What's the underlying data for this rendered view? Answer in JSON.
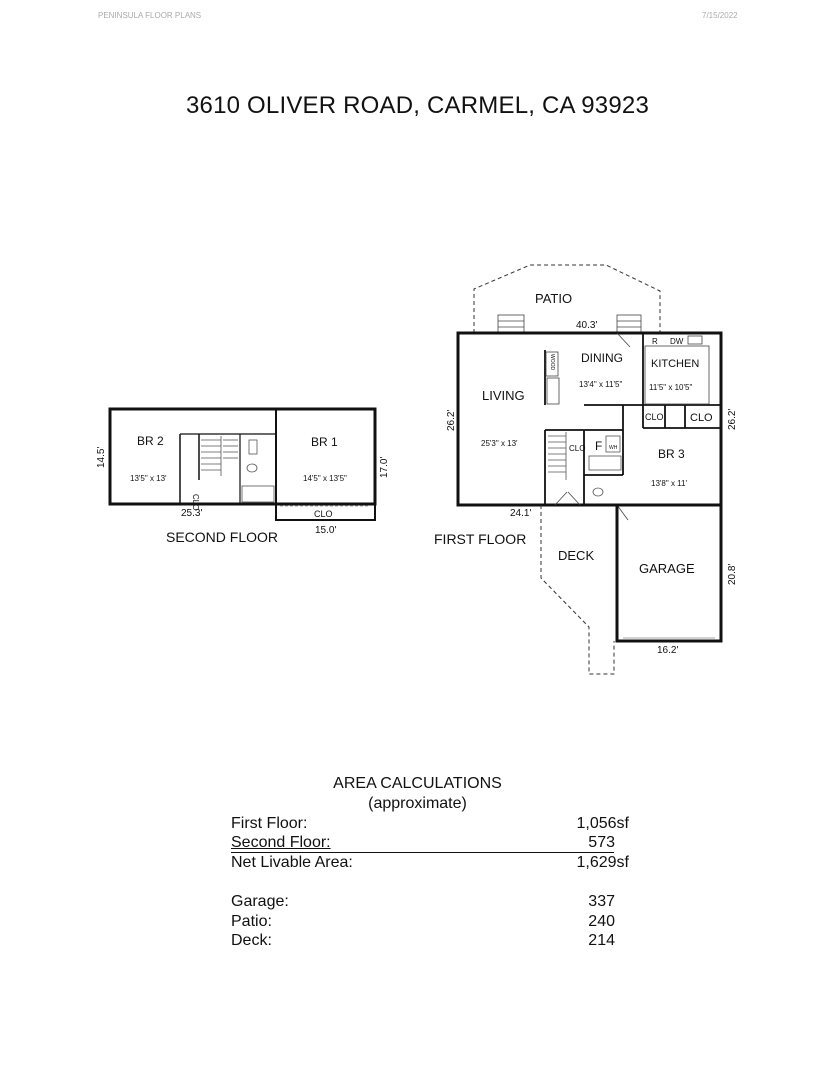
{
  "header": {
    "company": "PENINSULA FLOOR PLANS",
    "date": "7/15/2022"
  },
  "title": "3610 OLIVER ROAD, CARMEL, CA  93923",
  "second_floor": {
    "label": "SECOND FLOOR",
    "rooms": [
      {
        "name": "BR 2",
        "size": "13'5\" x 13'"
      },
      {
        "name": "BR 1",
        "size": "14'5\" x 13'5\""
      }
    ],
    "closets": [
      "CLO",
      "CLO"
    ],
    "dims": {
      "left": "14.5'",
      "right": "17.0'",
      "bottom_left": "25.3'",
      "bottom_right": "15.0'"
    }
  },
  "first_floor": {
    "label": "FIRST FLOOR",
    "rooms": [
      {
        "name": "LIVING",
        "size": "25'3\" x 13'"
      },
      {
        "name": "DINING",
        "size": "13'4\" x 11'5\""
      },
      {
        "name": "KITCHEN",
        "size": "11'5\" x 10'5\""
      },
      {
        "name": "BR 3",
        "size": "13'8\" x 11'"
      }
    ],
    "outdoor": {
      "patio": "PATIO",
      "deck": "DECK",
      "garage": "GARAGE"
    },
    "small_labels": {
      "clo": "CLO",
      "furnace": "F",
      "water_heater": "WH",
      "fridge": "R",
      "dishwasher": "DW",
      "wood": "WOOD"
    },
    "dims": {
      "top": "40.3'",
      "left": "26.2'",
      "right": "26.2'",
      "bottom": "24.1'",
      "garage_right": "20.8'",
      "garage_bottom": "16.2'"
    }
  },
  "area_calculations": {
    "heading": "AREA CALCULATIONS",
    "subheading": "(approximate)",
    "rows": [
      {
        "label": "First  Floor:",
        "value": "1,056sf"
      },
      {
        "label": "Second Floor:",
        "value": "573"
      },
      {
        "label": "Net Livable Area:",
        "value": "1,629sf"
      },
      {
        "label": "Garage:",
        "value": "337"
      },
      {
        "label": "Patio:",
        "value": "240"
      },
      {
        "label": "Deck:",
        "value": "214"
      }
    ]
  }
}
